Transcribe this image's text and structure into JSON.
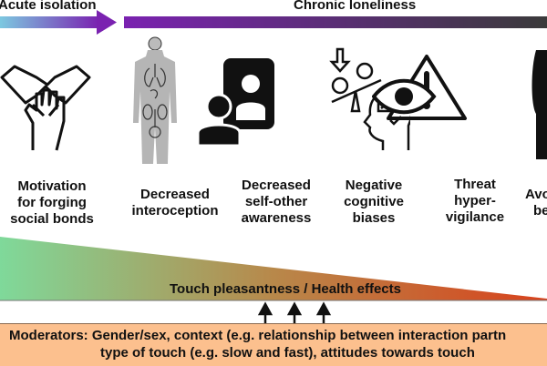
{
  "header": {
    "acute_label": "Acute isolation",
    "chronic_label": "Chronic loneliness"
  },
  "stages": [
    {
      "lines": [
        "Motivation",
        "for forging",
        "social bonds"
      ]
    },
    {
      "lines": [
        "Decreased",
        "interoception"
      ]
    },
    {
      "lines": [
        "Decreased",
        "self-other",
        "awareness"
      ]
    },
    {
      "lines": [
        "Negative",
        "cognitive",
        "biases"
      ]
    },
    {
      "lines": [
        "Threat",
        "hyper-",
        "vigilance"
      ]
    },
    {
      "lines": [
        "Avo",
        "be"
      ]
    }
  ],
  "effect_label": "Touch pleasantness / Health effects",
  "moderators": {
    "line1": "Moderators: Gender/sex, context (e.g. relationship between interaction partn",
    "line2": "type of touch (e.g. slow and fast), attitudes towards touch"
  },
  "colors": {
    "acute_start": "#7cc8e0",
    "purple": "#7a22b0",
    "dark": "#3a3a3a",
    "green": "#7fd99a",
    "red": "#d8421c",
    "moderator_bg": "#fcc08e"
  }
}
